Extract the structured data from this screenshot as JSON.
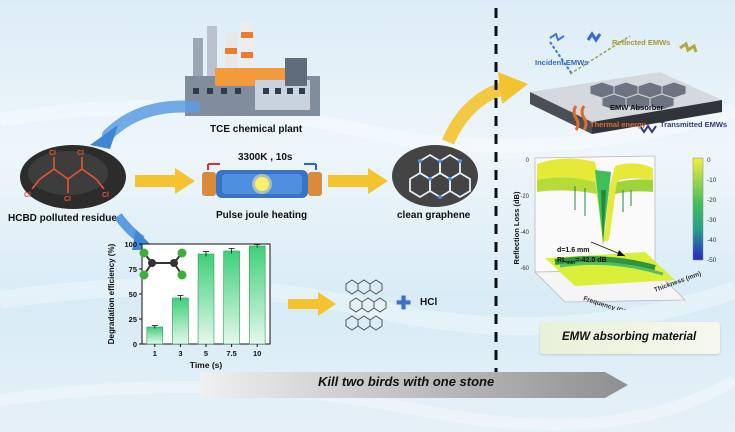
{
  "labels": {
    "tce_plant": "TCE chemical plant",
    "hcbd_residue": "HCBD polluted residue",
    "pulse_heating": "Pulse joule heating",
    "heating_conditions": "3300K , 10s",
    "clean_graphene": "clean graphene",
    "hcl": "HCl",
    "incident_emw": "Incident EMWs",
    "reflected_emw": "Reflected EMWs",
    "emw_absorber": "EMW  Absorber",
    "thermal_energy": "Thermal energy",
    "transmitted_emw": "Transmitted EMWs",
    "emw_material": "EMW absorbing material",
    "slogan": "Kill two birds with one stone"
  },
  "chart_data": {
    "type": "bar",
    "categories": [
      "1",
      "3",
      "5",
      "7.5",
      "10"
    ],
    "values": [
      17,
      46,
      90,
      93,
      98
    ],
    "errors": [
      1.5,
      2.5,
      2.5,
      2.5,
      1.5
    ],
    "xlabel": "Time (s)",
    "ylabel": "Degradation efficiency (%)",
    "ylim": [
      0,
      100
    ],
    "yticks": [
      "0",
      "25",
      "50",
      "75",
      "100"
    ]
  },
  "surface_plot": {
    "ylabel": "Reflection Loss (dB)",
    "xlabel": "Frequency (GHz)",
    "zlabel": "Thickness (mm)",
    "annotation_d": "d=1.6 mm",
    "annotation_rl_prefix": "RL",
    "annotation_rl_sub": "min",
    "annotation_rl_value": "=-42.0 dB",
    "colorbar_ticks": [
      "0",
      "-10",
      "-20",
      "-30",
      "-40",
      "-50"
    ],
    "z_ticks": [
      "0",
      "-20",
      "-40",
      "-60"
    ],
    "colors": {
      "top": "#f2ef3a",
      "mid": "#3fbf5a",
      "low": "#25a08a",
      "bottom": "#2626c8"
    }
  },
  "colors": {
    "arrow_yellow": "#f4c430",
    "arrow_blue": "#4f8fd8",
    "bar_top": "#3dd07a",
    "bar_bottom": "#e6f7ec"
  }
}
